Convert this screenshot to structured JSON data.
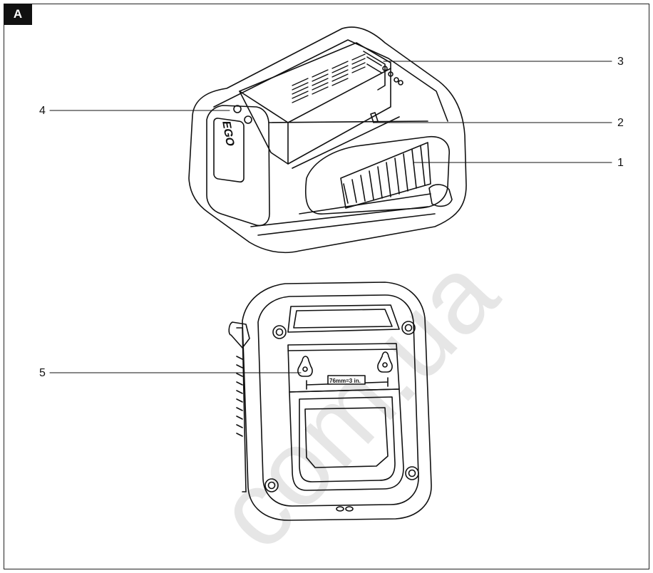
{
  "figure": {
    "tag": "A"
  },
  "callouts": [
    {
      "id": "1",
      "label": "1"
    },
    {
      "id": "2",
      "label": "2"
    },
    {
      "id": "3",
      "label": "3"
    },
    {
      "id": "4",
      "label": "4"
    },
    {
      "id": "5",
      "label": "5"
    }
  ],
  "charger": {
    "brand_text": "EGO"
  },
  "mount": {
    "spacing_label": "76mm=3 in."
  },
  "watermark": {
    "text": "com.ua",
    "color": "#e6e6e6"
  }
}
